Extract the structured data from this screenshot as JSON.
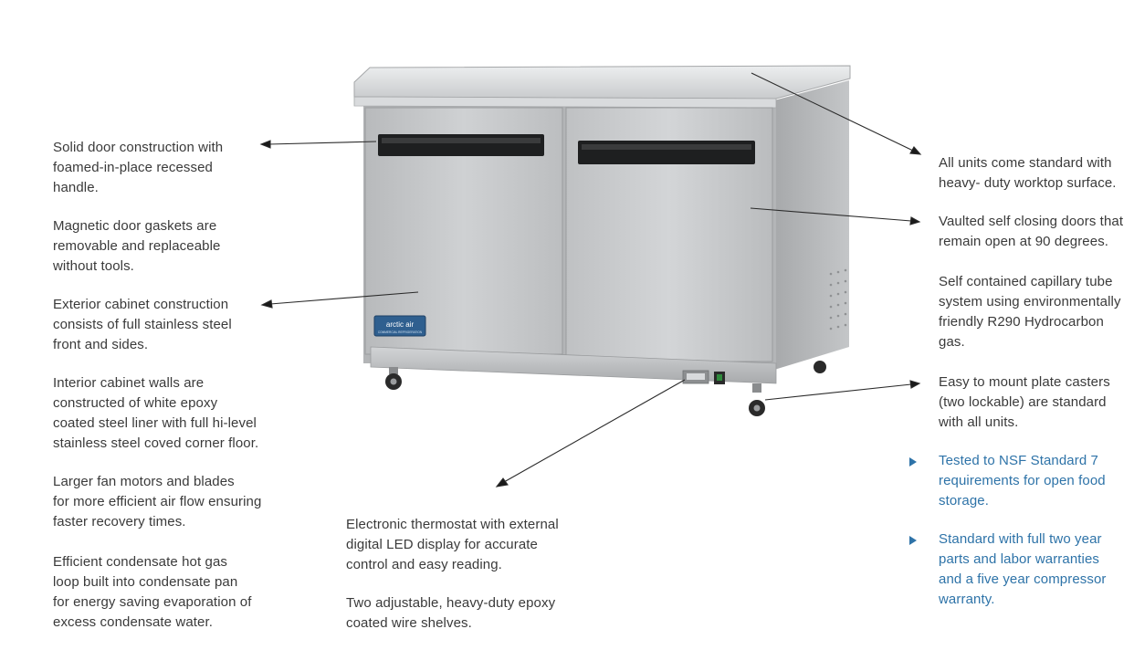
{
  "features_left": [
    "Solid door construction with\nfoamed-in-place recessed\nhandle.",
    "Magnetic door gaskets are\nremovable and replaceable\nwithout tools.",
    "Exterior cabinet construction\nconsists of full stainless steel\nfront and sides.",
    "Interior cabinet walls are\nconstructed of white epoxy\ncoated steel liner with full hi-level\nstainless steel coved corner floor.",
    "Larger fan motors and blades\nfor more efficient air flow ensuring\nfaster recovery times.",
    "Efficient condensate hot gas\nloop built into condensate pan\nfor energy saving evaporation of\nexcess condensate water."
  ],
  "features_bottom": [
    "Electronic thermostat with external\ndigital LED display for accurate\ncontrol and easy reading.",
    "Two adjustable, heavy-duty epoxy\ncoated wire shelves."
  ],
  "features_right": [
    "All units come standard with\nheavy- duty worktop surface.",
    "Vaulted self closing doors that\nremain open at 90 degrees.",
    "Self contained capillary tube\nsystem using environmentally\nfriendly R290 Hydrocarbon\ngas.",
    "Easy to mount plate casters\n(two lockable) are standard\nwith all units."
  ],
  "features_highlight": [
    "Tested to NSF Standard 7\nrequirements for open food\nstorage.",
    "Standard with full two year\nparts and labor warranties\nand a five year compressor\nwarranty."
  ],
  "product": {
    "badge_text": "arctic air",
    "badge_subtext": "COMMERCIAL REFRIGERATION"
  },
  "colors": {
    "body_text": "#3a3a3a",
    "highlight_text": "#2e73a8",
    "steel": "#c4c6c8",
    "badge": "#2f5f8f"
  }
}
